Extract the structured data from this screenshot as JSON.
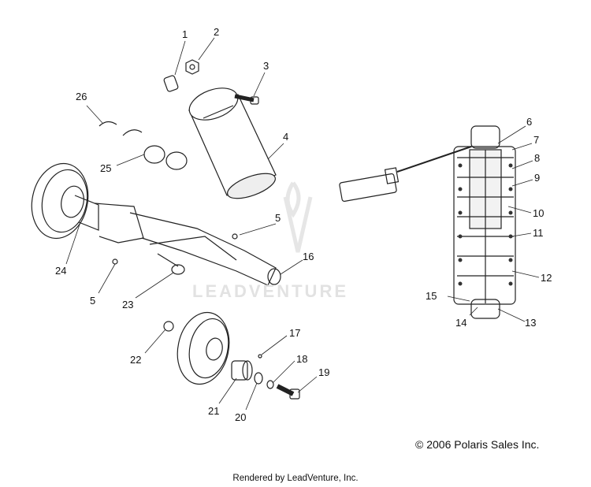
{
  "callouts": [
    "1",
    "2",
    "3",
    "4",
    "5",
    "6",
    "7",
    "8",
    "9",
    "10",
    "11",
    "12",
    "13",
    "14",
    "15",
    "16",
    "17",
    "18",
    "19",
    "20",
    "21",
    "22",
    "23",
    "24",
    "5",
    "25",
    "26"
  ],
  "watermark": "LEADVENTURE",
  "copyright": "2006 Polaris Sales Inc.",
  "rendered_by": "Rendered by LeadVenture, Inc."
}
